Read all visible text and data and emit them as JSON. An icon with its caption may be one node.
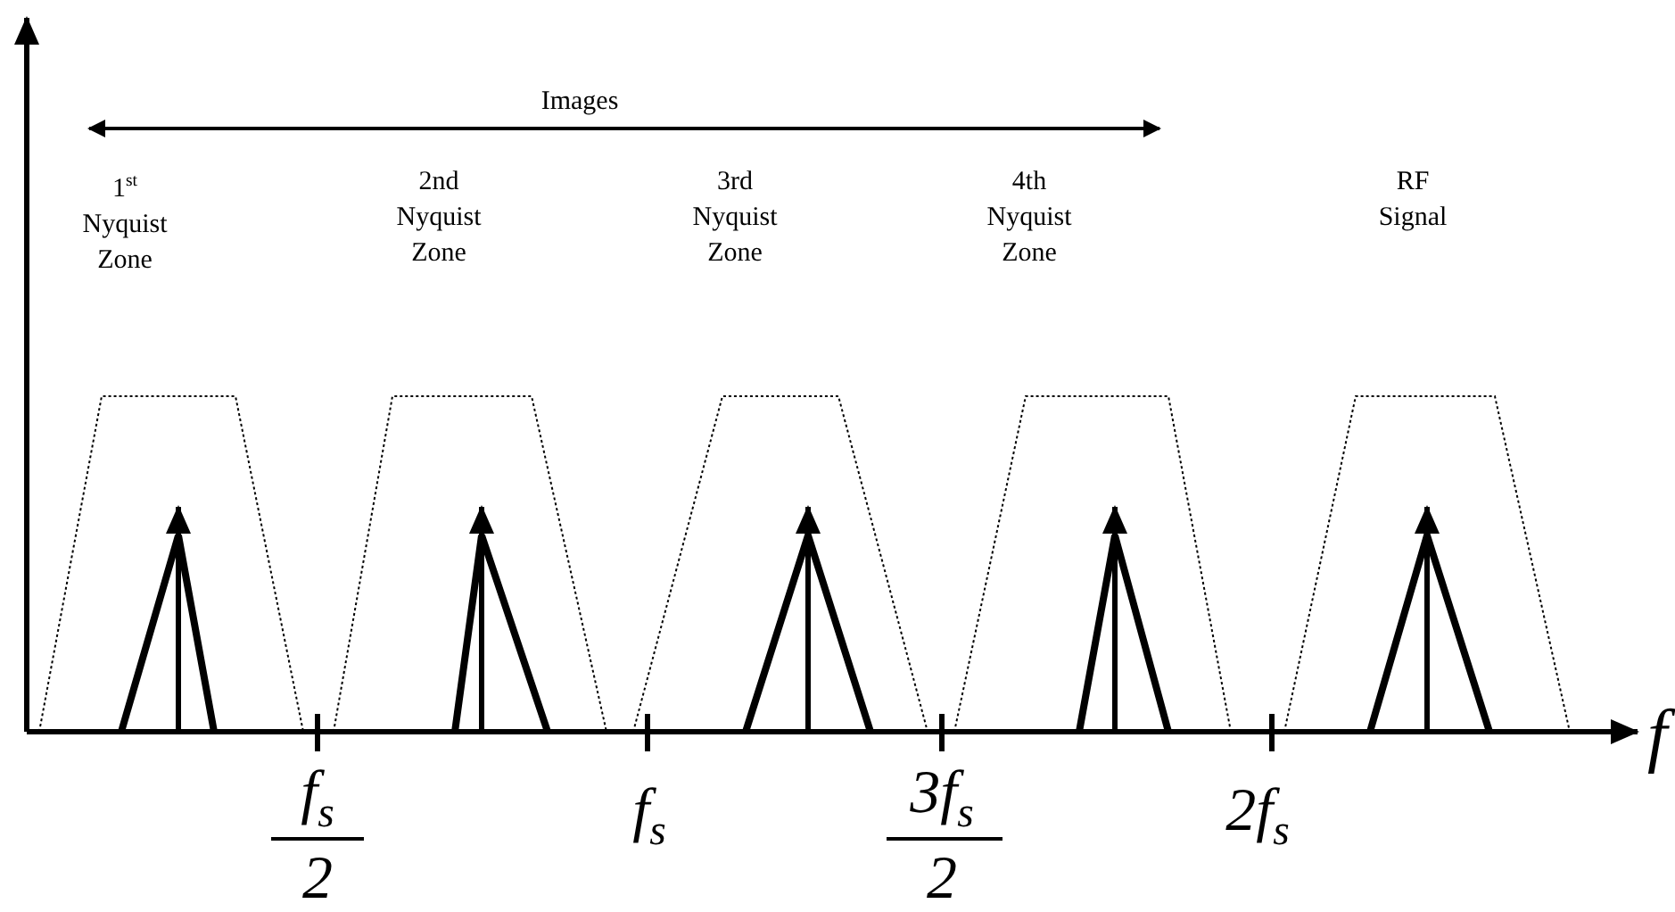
{
  "diagram": {
    "labels": [
      "Images",
      "1$^{st}$ Nyquist Zone",
      "2nd Nyquist Zone",
      "3rd Nyquist Zone",
      "4th Nyquist Zone",
      "RF Signal",
      "f",
      "f$_{s}$",
      "2",
      "f$_{s}$",
      "3f$_{s}$",
      "2",
      "2f$_{s}$"
    ]
  }
}
